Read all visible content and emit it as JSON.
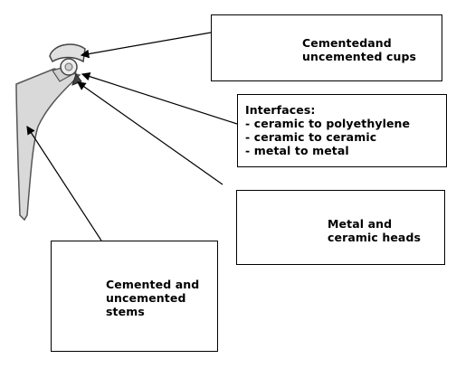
{
  "cups_label": [
    "Cementedand",
    "uncemented cups"
  ],
  "interfaces_label": [
    "Interfaces:",
    "- ceramic to polyethylene",
    "- ceramic to ceramic",
    "- metal to metal"
  ],
  "heads_label": [
    "Metal and",
    "ceramic heads"
  ],
  "stems_label": [
    "Cemented and",
    "uncemented",
    "stems"
  ],
  "colors": {
    "line": "#000000",
    "implant": "#d9d9d9",
    "ink": "#000000"
  }
}
